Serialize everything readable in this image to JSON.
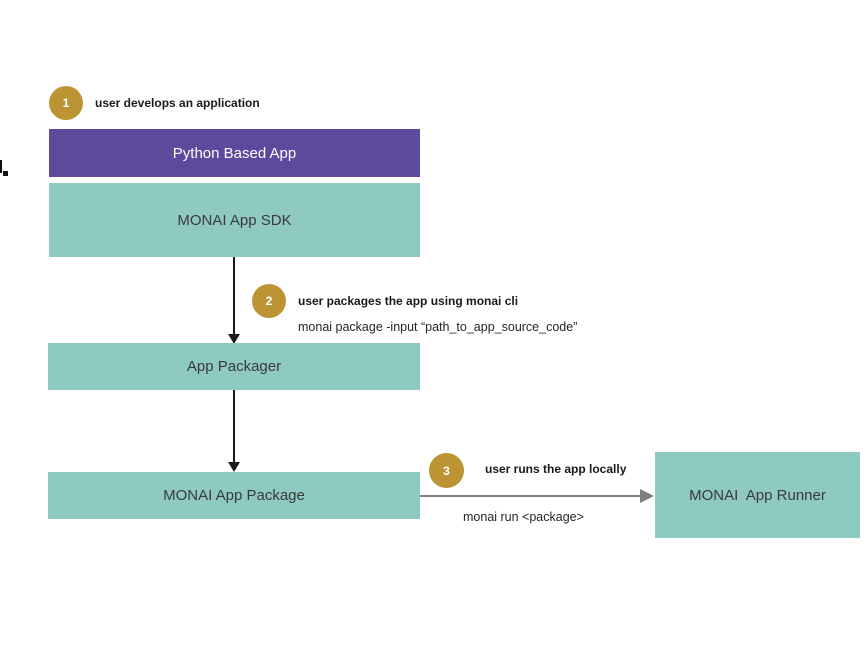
{
  "colors": {
    "purple_box": "#5c4a9d",
    "teal_box": "#8ecac2",
    "gold_step_circle": "#bc9434",
    "black_arrow": "#1a1a1a",
    "gray_arrow": "#7f7f7f",
    "box_text_dark": "#3a3a3a",
    "box_text_light": "#ffffff"
  },
  "steps": [
    {
      "number": "1",
      "label": "user develops an application"
    },
    {
      "number": "2",
      "label": "user packages the app using monai cli",
      "command": "monai package -input “path_to_app_source_code”"
    },
    {
      "number": "3",
      "label": "user runs the app locally",
      "command": "monai run <package>"
    }
  ],
  "boxes": {
    "python_app": "Python Based App",
    "monai_sdk": "MONAI App SDK",
    "app_packager": "App Packager",
    "monai_package": "MONAI App Package",
    "monai_runner": "MONAI  App Runner"
  }
}
